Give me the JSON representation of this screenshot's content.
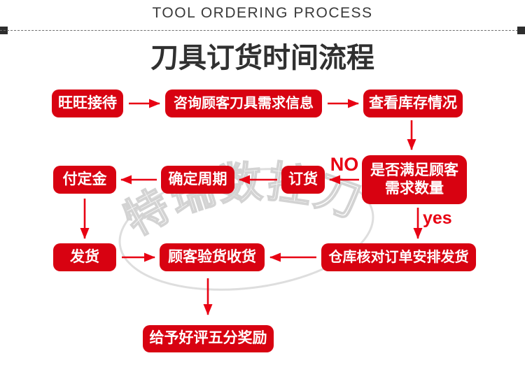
{
  "header": {
    "title_en": "TOOL ORDERING PROCESS",
    "title_zh": "刀具订货时间流程"
  },
  "colors": {
    "box_red": "#d80211",
    "arrow_red": "#e80213",
    "title_dark": "#3a3a3a",
    "heading_dark": "#303030",
    "divider_dark": "#2e2e2e",
    "watermark_stroke": "#d3d3d3"
  },
  "watermark": {
    "text": "特瑞数控刀具"
  },
  "flowchart": {
    "nodes": [
      {
        "id": "wangwang",
        "label": "旺旺接待"
      },
      {
        "id": "consult",
        "label": "咨询顾客刀具需求信息"
      },
      {
        "id": "check_stock",
        "label": "查看库存情况"
      },
      {
        "id": "satisfy",
        "label": "是否满足顾客需求数量"
      },
      {
        "id": "order",
        "label": "订货"
      },
      {
        "id": "cycle",
        "label": "确定周期"
      },
      {
        "id": "deposit",
        "label": "付定金"
      },
      {
        "id": "ship",
        "label": "发货"
      },
      {
        "id": "inspect",
        "label": "顾客验货收货"
      },
      {
        "id": "warehouse",
        "label": "仓库核对订单安排发货"
      },
      {
        "id": "reward",
        "label": "给予好评五分奖励"
      }
    ],
    "branch_labels": {
      "no": "NO",
      "yes": "yes"
    },
    "edges": [
      {
        "from": "wangwang",
        "to": "consult"
      },
      {
        "from": "consult",
        "to": "check_stock"
      },
      {
        "from": "check_stock",
        "to": "satisfy"
      },
      {
        "from": "satisfy",
        "to": "order",
        "label": "NO"
      },
      {
        "from": "order",
        "to": "cycle"
      },
      {
        "from": "cycle",
        "to": "deposit"
      },
      {
        "from": "deposit",
        "to": "ship"
      },
      {
        "from": "satisfy",
        "to": "warehouse",
        "label": "yes"
      },
      {
        "from": "warehouse",
        "to": "inspect"
      },
      {
        "from": "ship",
        "to": "inspect"
      },
      {
        "from": "inspect",
        "to": "reward"
      }
    ]
  }
}
